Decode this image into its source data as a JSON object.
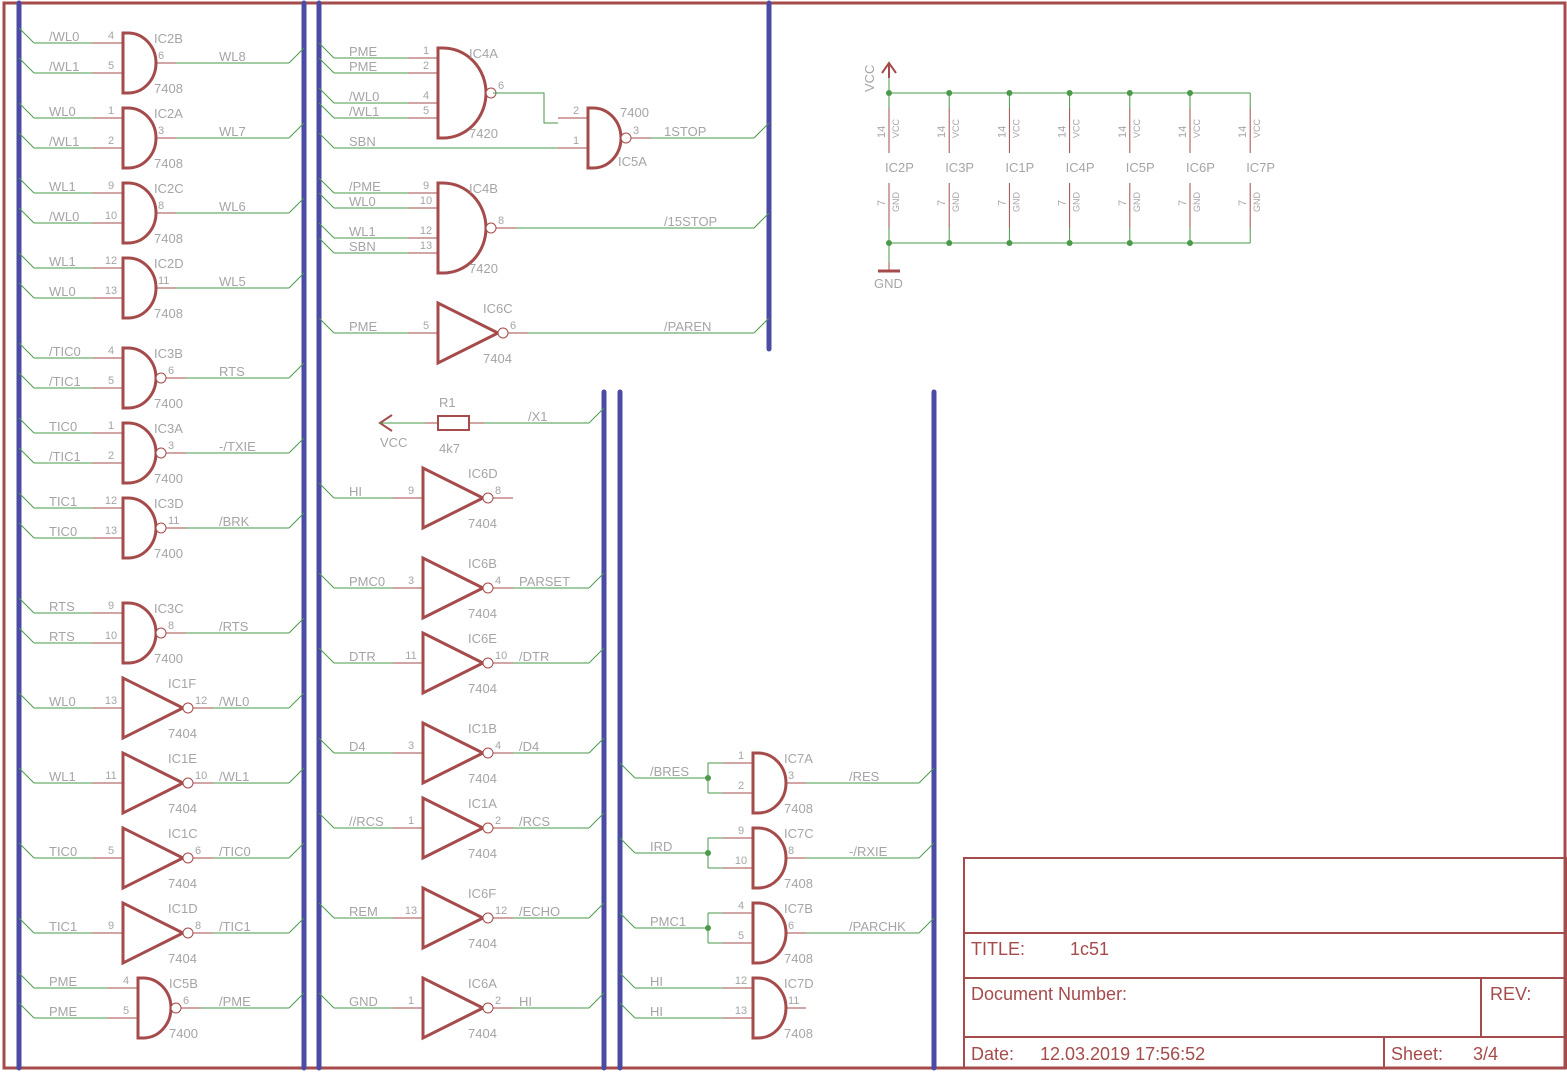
{
  "colors": {
    "frame": "#a54b4b",
    "symbol": "#a54b4b",
    "wire": "#4a9a4a",
    "bus": "#4b4ba5",
    "text": "#a5a5a5",
    "junction": "#4a9a4a"
  },
  "gates": [
    {
      "name": "IC2B",
      "type": "AND",
      "part": "7408",
      "inputs": [
        {
          "pin": "4",
          "net": "/WL0"
        },
        {
          "pin": "5",
          "net": "/WL1"
        }
      ],
      "output": {
        "pin": "6",
        "net": "WL8"
      }
    },
    {
      "name": "IC2A",
      "type": "AND",
      "part": "7408",
      "inputs": [
        {
          "pin": "1",
          "net": "WL0"
        },
        {
          "pin": "2",
          "net": "/WL1"
        }
      ],
      "output": {
        "pin": "3",
        "net": "WL7"
      }
    },
    {
      "name": "IC2C",
      "type": "AND",
      "part": "7408",
      "inputs": [
        {
          "pin": "9",
          "net": "WL1"
        },
        {
          "pin": "10",
          "net": "/WL0"
        }
      ],
      "output": {
        "pin": "8",
        "net": "WL6"
      }
    },
    {
      "name": "IC2D",
      "type": "AND",
      "part": "7408",
      "inputs": [
        {
          "pin": "12",
          "net": "WL1"
        },
        {
          "pin": "13",
          "net": "WL0"
        }
      ],
      "output": {
        "pin": "11",
        "net": "WL5"
      }
    },
    {
      "name": "IC3B",
      "type": "NAND",
      "part": "7400",
      "inputs": [
        {
          "pin": "4",
          "net": "/TIC0"
        },
        {
          "pin": "5",
          "net": "/TIC1"
        }
      ],
      "output": {
        "pin": "6",
        "net": "RTS"
      }
    },
    {
      "name": "IC3A",
      "type": "NAND",
      "part": "7400",
      "inputs": [
        {
          "pin": "1",
          "net": "TIC0"
        },
        {
          "pin": "2",
          "net": "/TIC1"
        }
      ],
      "output": {
        "pin": "3",
        "net": "-/TXIE"
      }
    },
    {
      "name": "IC3D",
      "type": "NAND",
      "part": "7400",
      "inputs": [
        {
          "pin": "12",
          "net": "TIC1"
        },
        {
          "pin": "13",
          "net": "TIC0"
        }
      ],
      "output": {
        "pin": "11",
        "net": "/BRK"
      }
    },
    {
      "name": "IC3C",
      "type": "NAND",
      "part": "7400",
      "inputs": [
        {
          "pin": "9",
          "net": "RTS"
        },
        {
          "pin": "10",
          "net": "RTS"
        }
      ],
      "output": {
        "pin": "8",
        "net": "/RTS"
      }
    },
    {
      "name": "IC1F",
      "type": "NOT",
      "part": "7404",
      "inputs": [
        {
          "pin": "13",
          "net": "WL0"
        }
      ],
      "output": {
        "pin": "12",
        "net": "/WL0"
      }
    },
    {
      "name": "IC1E",
      "type": "NOT",
      "part": "7404",
      "inputs": [
        {
          "pin": "11",
          "net": "WL1"
        }
      ],
      "output": {
        "pin": "10",
        "net": "/WL1"
      }
    },
    {
      "name": "IC1C",
      "type": "NOT",
      "part": "7404",
      "inputs": [
        {
          "pin": "5",
          "net": "TIC0"
        }
      ],
      "output": {
        "pin": "6",
        "net": "/TIC0"
      }
    },
    {
      "name": "IC1D",
      "type": "NOT",
      "part": "7404",
      "inputs": [
        {
          "pin": "9",
          "net": "TIC1"
        }
      ],
      "output": {
        "pin": "8",
        "net": "/TIC1"
      }
    },
    {
      "name": "IC5B",
      "type": "NAND",
      "part": "7400",
      "inputs": [
        {
          "pin": "4",
          "net": "PME"
        },
        {
          "pin": "5",
          "net": "PME"
        }
      ],
      "output": {
        "pin": "6",
        "net": "/PME"
      }
    },
    {
      "name": "IC4A",
      "type": "NAND4",
      "part": "7420",
      "inputs": [
        {
          "pin": "1",
          "net": "PME"
        },
        {
          "pin": "2",
          "net": "PME"
        },
        {
          "pin": "4",
          "net": "/WL0"
        },
        {
          "pin": "5",
          "net": "/WL1"
        }
      ],
      "output": {
        "pin": "6",
        "net": ""
      }
    },
    {
      "name": "IC5A",
      "type": "NAND",
      "part": "7400",
      "inputs": [
        {
          "pin": "2",
          "net": ""
        },
        {
          "pin": "1",
          "net": "SBN"
        }
      ],
      "output": {
        "pin": "3",
        "net": "1STOP"
      }
    },
    {
      "name": "IC4B",
      "type": "NAND4",
      "part": "7420",
      "inputs": [
        {
          "pin": "9",
          "net": "/PME"
        },
        {
          "pin": "10",
          "net": "WL0"
        },
        {
          "pin": "12",
          "net": "WL1"
        },
        {
          "pin": "13",
          "net": "SBN"
        }
      ],
      "output": {
        "pin": "8",
        "net": "/15STOP"
      }
    },
    {
      "name": "IC6C",
      "type": "NOT",
      "part": "7404",
      "inputs": [
        {
          "pin": "5",
          "net": "PME"
        }
      ],
      "output": {
        "pin": "6",
        "net": "/PAREN"
      }
    },
    {
      "name": "IC6D",
      "type": "NOT",
      "part": "7404",
      "inputs": [
        {
          "pin": "9",
          "net": "HI"
        }
      ],
      "output": {
        "pin": "8",
        "net": ""
      }
    },
    {
      "name": "IC6B",
      "type": "NOT",
      "part": "7404",
      "inputs": [
        {
          "pin": "3",
          "net": "PMC0"
        }
      ],
      "output": {
        "pin": "4",
        "net": "PARSET"
      }
    },
    {
      "name": "IC6E",
      "type": "NOT",
      "part": "7404",
      "inputs": [
        {
          "pin": "11",
          "net": "DTR"
        }
      ],
      "output": {
        "pin": "10",
        "net": "/DTR"
      }
    },
    {
      "name": "IC1B",
      "type": "NOT",
      "part": "7404",
      "inputs": [
        {
          "pin": "3",
          "net": "D4"
        }
      ],
      "output": {
        "pin": "4",
        "net": "/D4"
      }
    },
    {
      "name": "IC1A",
      "type": "NOT",
      "part": "7404",
      "inputs": [
        {
          "pin": "1",
          "net": "//RCS"
        }
      ],
      "output": {
        "pin": "2",
        "net": "/RCS"
      }
    },
    {
      "name": "IC6F",
      "type": "NOT",
      "part": "7404",
      "inputs": [
        {
          "pin": "13",
          "net": "REM"
        }
      ],
      "output": {
        "pin": "12",
        "net": "/ECHO"
      }
    },
    {
      "name": "IC6A",
      "type": "NOT",
      "part": "7404",
      "inputs": [
        {
          "pin": "1",
          "net": "GND"
        }
      ],
      "output": {
        "pin": "2",
        "net": "HI"
      }
    },
    {
      "name": "IC7A",
      "type": "AND",
      "part": "7408",
      "inputs": [
        {
          "pin": "1",
          "net": "/BRES"
        },
        {
          "pin": "2",
          "net": "/BRES"
        }
      ],
      "output": {
        "pin": "3",
        "net": "/RES"
      }
    },
    {
      "name": "IC7C",
      "type": "AND",
      "part": "7408",
      "inputs": [
        {
          "pin": "9",
          "net": "IRD"
        },
        {
          "pin": "10",
          "net": "IRD"
        }
      ],
      "output": {
        "pin": "8",
        "net": "-/RXIE"
      }
    },
    {
      "name": "IC7B",
      "type": "AND",
      "part": "7408",
      "inputs": [
        {
          "pin": "4",
          "net": "PMC1"
        },
        {
          "pin": "5",
          "net": "PMC1"
        }
      ],
      "output": {
        "pin": "6",
        "net": "/PARCHK"
      }
    },
    {
      "name": "IC7D",
      "type": "AND",
      "part": "7408",
      "inputs": [
        {
          "pin": "12",
          "net": "HI"
        },
        {
          "pin": "13",
          "net": "HI"
        }
      ],
      "output": {
        "pin": "11",
        "net": ""
      }
    }
  ],
  "resistor": {
    "name": "R1",
    "value": "4k7",
    "supply": "VCC",
    "net": "/X1"
  },
  "power": {
    "vcc_label": "VCC",
    "gnd_label": "GND",
    "vcc_pin": "14",
    "gnd_pin": "7",
    "vcc_pin_name": "VCC",
    "gnd_pin_name": "GND",
    "parts": [
      "IC2P",
      "IC3P",
      "IC1P",
      "IC4P",
      "IC5P",
      "IC6P",
      "IC7P"
    ]
  },
  "title_block": {
    "title_label": "TITLE:",
    "title_value": "1c51",
    "docnum_label": "Document Number:",
    "rev_label": "REV:",
    "date_label": "Date:",
    "date_value": "12.03.2019 17:56:52",
    "sheet_label": "Sheet:",
    "sheet_value": "3/4"
  }
}
